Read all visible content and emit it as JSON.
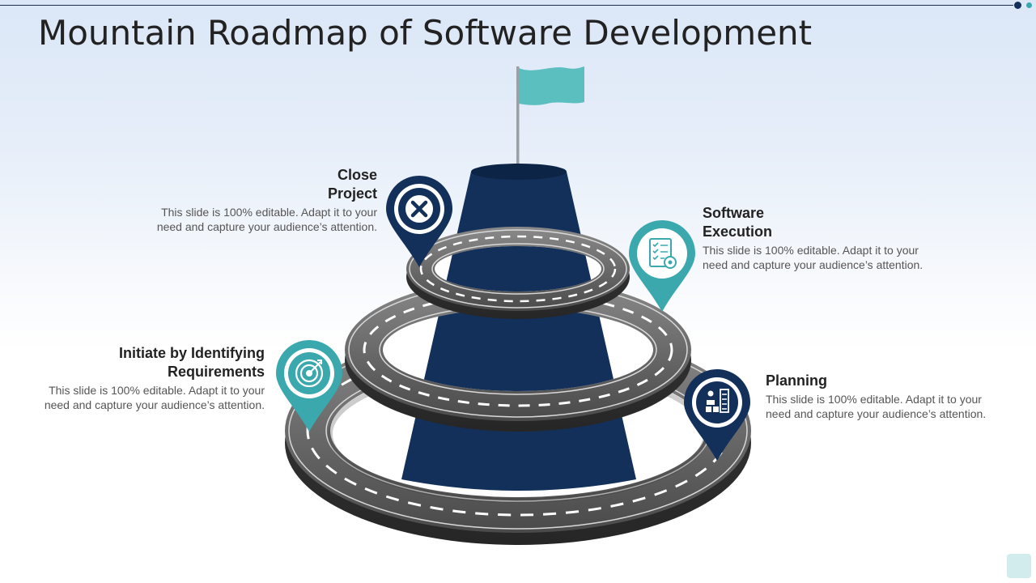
{
  "title": "Mountain Roadmap of Software Development",
  "colors": {
    "navy": "#13305a",
    "teal": "#3aa8ad",
    "road": "#5a5a5a",
    "flag": "#5bbfc0"
  },
  "milestones": [
    {
      "key": "close",
      "title": "Close Project",
      "title_lines": [
        "Close",
        "Project"
      ],
      "desc_lines": [
        "This slide is 100% editable. Adapt it to your",
        "need and capture your audience’s attention."
      ],
      "icon": "close-x-icon",
      "color": "navy"
    },
    {
      "key": "execution",
      "title": "Software Execution",
      "title_lines": [
        "Software",
        "Execution"
      ],
      "desc_lines": [
        "This slide is 100% editable. Adapt it to your",
        "need and capture your audience’s attention."
      ],
      "icon": "checklist-gear-icon",
      "color": "teal"
    },
    {
      "key": "initiate",
      "title": "Initiate by Identifying Requirements",
      "title_lines": [
        "Initiate by Identifying",
        "Requirements"
      ],
      "desc_lines": [
        "This slide is 100% editable. Adapt it to your",
        "need and capture your audience’s attention."
      ],
      "icon": "target-icon",
      "color": "teal"
    },
    {
      "key": "planning",
      "title": "Planning",
      "title_lines": [
        "Planning"
      ],
      "desc_lines": [
        "This slide is 100% editable. Adapt it to your",
        "need and capture your audience’s attention."
      ],
      "icon": "planning-chart-icon",
      "color": "navy"
    }
  ]
}
